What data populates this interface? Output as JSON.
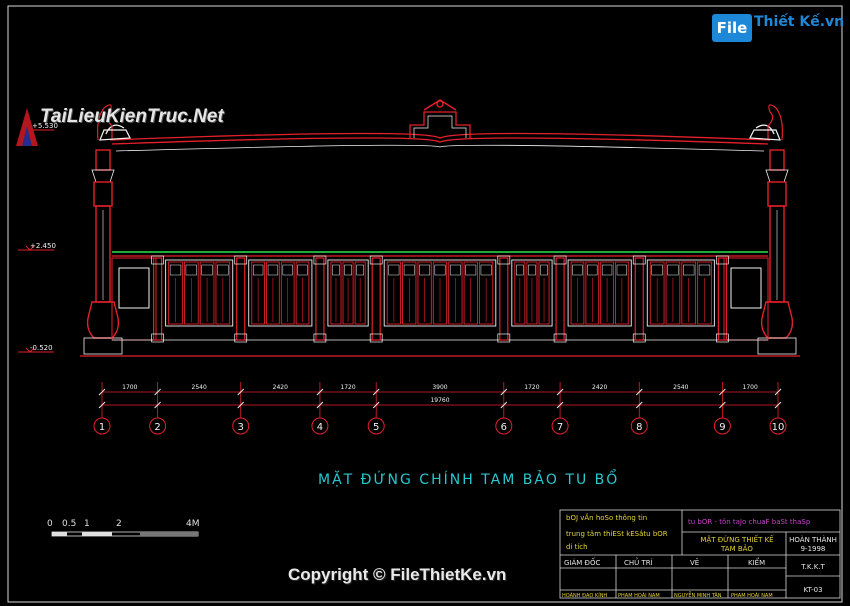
{
  "watermark": {
    "logo_box_text": "File",
    "logo_rest_text": "Thiết Kế.vn",
    "site_name": "TaiLieuKienTruc.Net",
    "copyright": "Copyright © FileThietKe.vn"
  },
  "drawing": {
    "title": "MẶT ĐỨNG CHÍNH TAM BẢO TU BỔ",
    "levels": [
      "+2.450",
      "+5.530",
      "-0.520"
    ],
    "dimensions": [
      "1700",
      "2540",
      "2420",
      "1720",
      "3900",
      "1720",
      "2420",
      "2540",
      "1700"
    ],
    "total_dimension": "19760",
    "axes": [
      "1",
      "2",
      "3",
      "4",
      "5",
      "6",
      "7",
      "8",
      "9",
      "10"
    ],
    "scale_labels": [
      "0",
      "0.5",
      "1",
      "2",
      "4M"
    ]
  },
  "title_block": {
    "org_line1": "bOJ vĂn hoSo thông tin",
    "org_line2": "trung tâm thiESt kESắtu bOR",
    "org_line3": "di tích",
    "project": "tu bOR - tôn taJo chuaF baSt thaSp",
    "sheet_title1": "MẶT ĐỨNG THIẾT KẾ",
    "sheet_title2": "TAM BẢO",
    "status_label": "HOÀN THÀNH",
    "status_date": "9-1998",
    "dept": "T.K.K.T",
    "sheet_no": "KT-03",
    "roles": [
      "GIÁM ĐỐC",
      "CHỦ TRÌ",
      "VẼ",
      "KIỂM"
    ],
    "names": [
      "HOÀNH ĐẠO KÍNH",
      "PHẠM HOÀI NAM",
      "NGUYỄN MINH TÂN",
      "PHẠM HOÀI NAM"
    ]
  },
  "colors": {
    "red": "#e4202a",
    "white": "#f2f2f2",
    "green": "#1faa3a",
    "cyan": "#2bc8d2",
    "yellow": "#e6d23a",
    "magenta": "#c844c8",
    "frame": "#d8d8d8"
  }
}
